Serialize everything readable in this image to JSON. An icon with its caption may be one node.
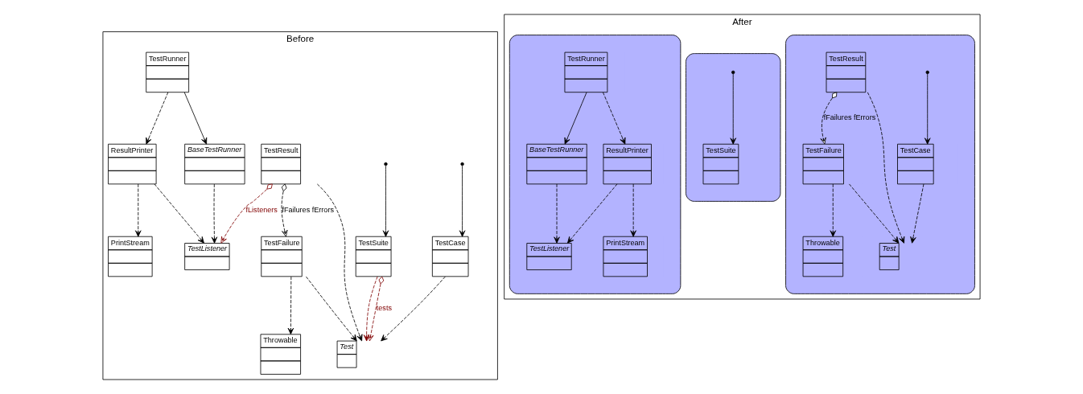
{
  "diagram": {
    "nodes": [
      {
        "text": [
          "Before"
        ]
      },
      {
        "text": [
          "Throwable"
        ],
        "in": 0
      },
      {
        "text": [
          "TestFailure"
        ],
        "in": 0
      },
      {
        "text": [
          "TestResult"
        ],
        "in": 0
      },
      {
        "text": [
          "TestCase"
        ],
        "in": 0
      },
      {
        "text": [
          "Test"
        ],
        "in": 0
      },
      {
        "text": [
          "TestListener"
        ],
        "in": 0
      },
      {
        "text": [
          "TestSuite"
        ],
        "in": 0
      },
      {
        "text": [
          "BaseTestRunner"
        ],
        "in": 0
      },
      {
        "text": [
          "ResultPrinter"
        ],
        "in": 0
      },
      {
        "text": [
          "TestRunner"
        ],
        "in": 0
      },
      {
        "text": [
          "PrintStream"
        ],
        "in": 0
      },
      {
        "text": [
          "After"
        ]
      },
      {
        "text": [],
        "shape": "box",
        "in": 12
      },
      {
        "text": [
          "Throwable"
        ],
        "in": 13
      },
      {
        "text": [
          "TestFailure"
        ],
        "in": 13
      },
      {
        "text": [
          "TestResult"
        ],
        "in": 13
      },
      {
        "text": [
          "TestCase"
        ],
        "in": 13
      },
      {
        "text": [
          "Test"
        ],
        "in": 13
      },
      {
        "text": [],
        "shape": "box",
        "in": 12
      },
      {
        "text": [
          "TestSuite"
        ],
        "in": 19
      },
      {
        "text": [],
        "shape": "box",
        "in": 12
      },
      {
        "text": [
          "TestListener"
        ],
        "in": 21
      },
      {
        "text": [
          "BaseTestRunner"
        ],
        "in": 21
      },
      {
        "text": [
          "ResultPrinter"
        ],
        "in": 21
      },
      {
        "text": [
          "TestRunner"
        ],
        "in": 21
      },
      {
        "text": [
          "PrintStream"
        ],
        "in": 21
      }
    ],
    "edges": [
      {
        "from": 2,
        "to": 1,
        "arrow": "to",
        "style": "dashed"
      },
      {
        "from": 3,
        "to": 2,
        "arrow": "to",
        "style": "dashed",
        "label": "fFailures fErrors"
      },
      {
        "from": 2,
        "to": 5,
        "arrow": "to",
        "style": "dashed"
      },
      {
        "from": 3,
        "to": 5,
        "arrow": "to",
        "style": "dashed"
      },
      {
        "from": 3,
        "to": 6,
        "arrow": "to",
        "style": "dashed",
        "label": "fListeners",
        "color": "#800000"
      },
      {
        "from": null,
        "to": 4,
        "arrow": "to"
      },
      {
        "from": 4,
        "to": 5,
        "arrow": "to",
        "style": "dashed"
      },
      {
        "from": 7,
        "to": 5,
        "arrow": "to",
        "style": "dashed",
        "color": "#800000"
      },
      {
        "from": 7,
        "to": 5,
        "arrow": "to",
        "style": "dashed",
        "label": "tests",
        "color": "#800000"
      },
      {
        "from": null,
        "to": 7,
        "arrow": "to"
      },
      {
        "from": 8,
        "to": 6,
        "arrow": "to",
        "style": "dashed"
      },
      {
        "from": 9,
        "to": 6,
        "arrow": "to",
        "style": "dashed"
      },
      {
        "from": 10,
        "to": 8,
        "arrow": "to"
      },
      {
        "from": 10,
        "to": 9,
        "arrow": "to",
        "style": "dashed"
      },
      {
        "from": 9,
        "to": 11,
        "arrow": "to",
        "style": "dashed"
      },
      {
        "from": 15,
        "to": 14,
        "arrow": "to",
        "style": "dashed"
      },
      {
        "from": 16,
        "to": 15,
        "arrow": "to",
        "style": "dashed",
        "label": "fFailures fErrors"
      },
      {
        "from": 15,
        "to": 18,
        "arrow": "to",
        "style": "dashed"
      },
      {
        "from": 16,
        "to": 18,
        "arrow": "to",
        "style": "dashed"
      },
      {
        "from": null,
        "to": 17,
        "arrow": "to"
      },
      {
        "from": 17,
        "to": 18,
        "arrow": "to",
        "style": "dashed"
      },
      {
        "from": null,
        "to": 20,
        "arrow": "to"
      },
      {
        "from": 23,
        "to": 22,
        "arrow": "to",
        "style": "dashed"
      },
      {
        "from": 24,
        "to": 22,
        "arrow": "to",
        "style": "dashed"
      },
      {
        "from": 25,
        "to": 23,
        "arrow": "to"
      },
      {
        "from": 25,
        "to": 24,
        "arrow": "to",
        "style": "dashed"
      },
      {
        "from": 24,
        "to": 26,
        "arrow": "to",
        "style": "dashed"
      }
    ]
  }
}
